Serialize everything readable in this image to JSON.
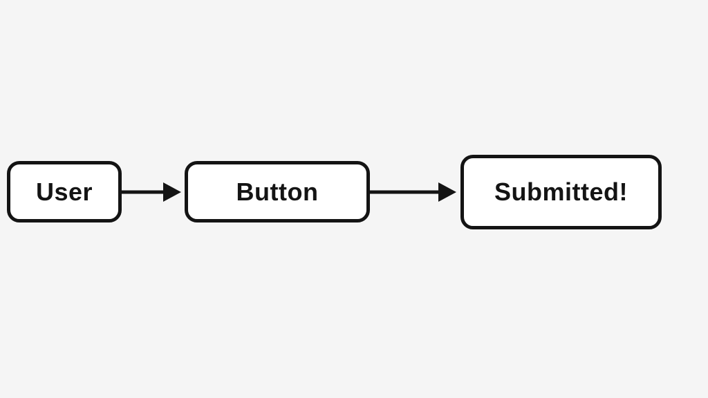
{
  "colors": {
    "background": "#f5f5f5",
    "ink": "#141414",
    "node_fill": "#ffffff"
  },
  "diagram": {
    "type": "flowchart",
    "direction": "left-to-right",
    "nodes": [
      {
        "id": "user",
        "label": "User"
      },
      {
        "id": "button",
        "label": "Button"
      },
      {
        "id": "submitted",
        "label": "Submitted!"
      }
    ],
    "edges": [
      {
        "from": "user",
        "to": "button"
      },
      {
        "from": "button",
        "to": "submitted"
      }
    ]
  }
}
